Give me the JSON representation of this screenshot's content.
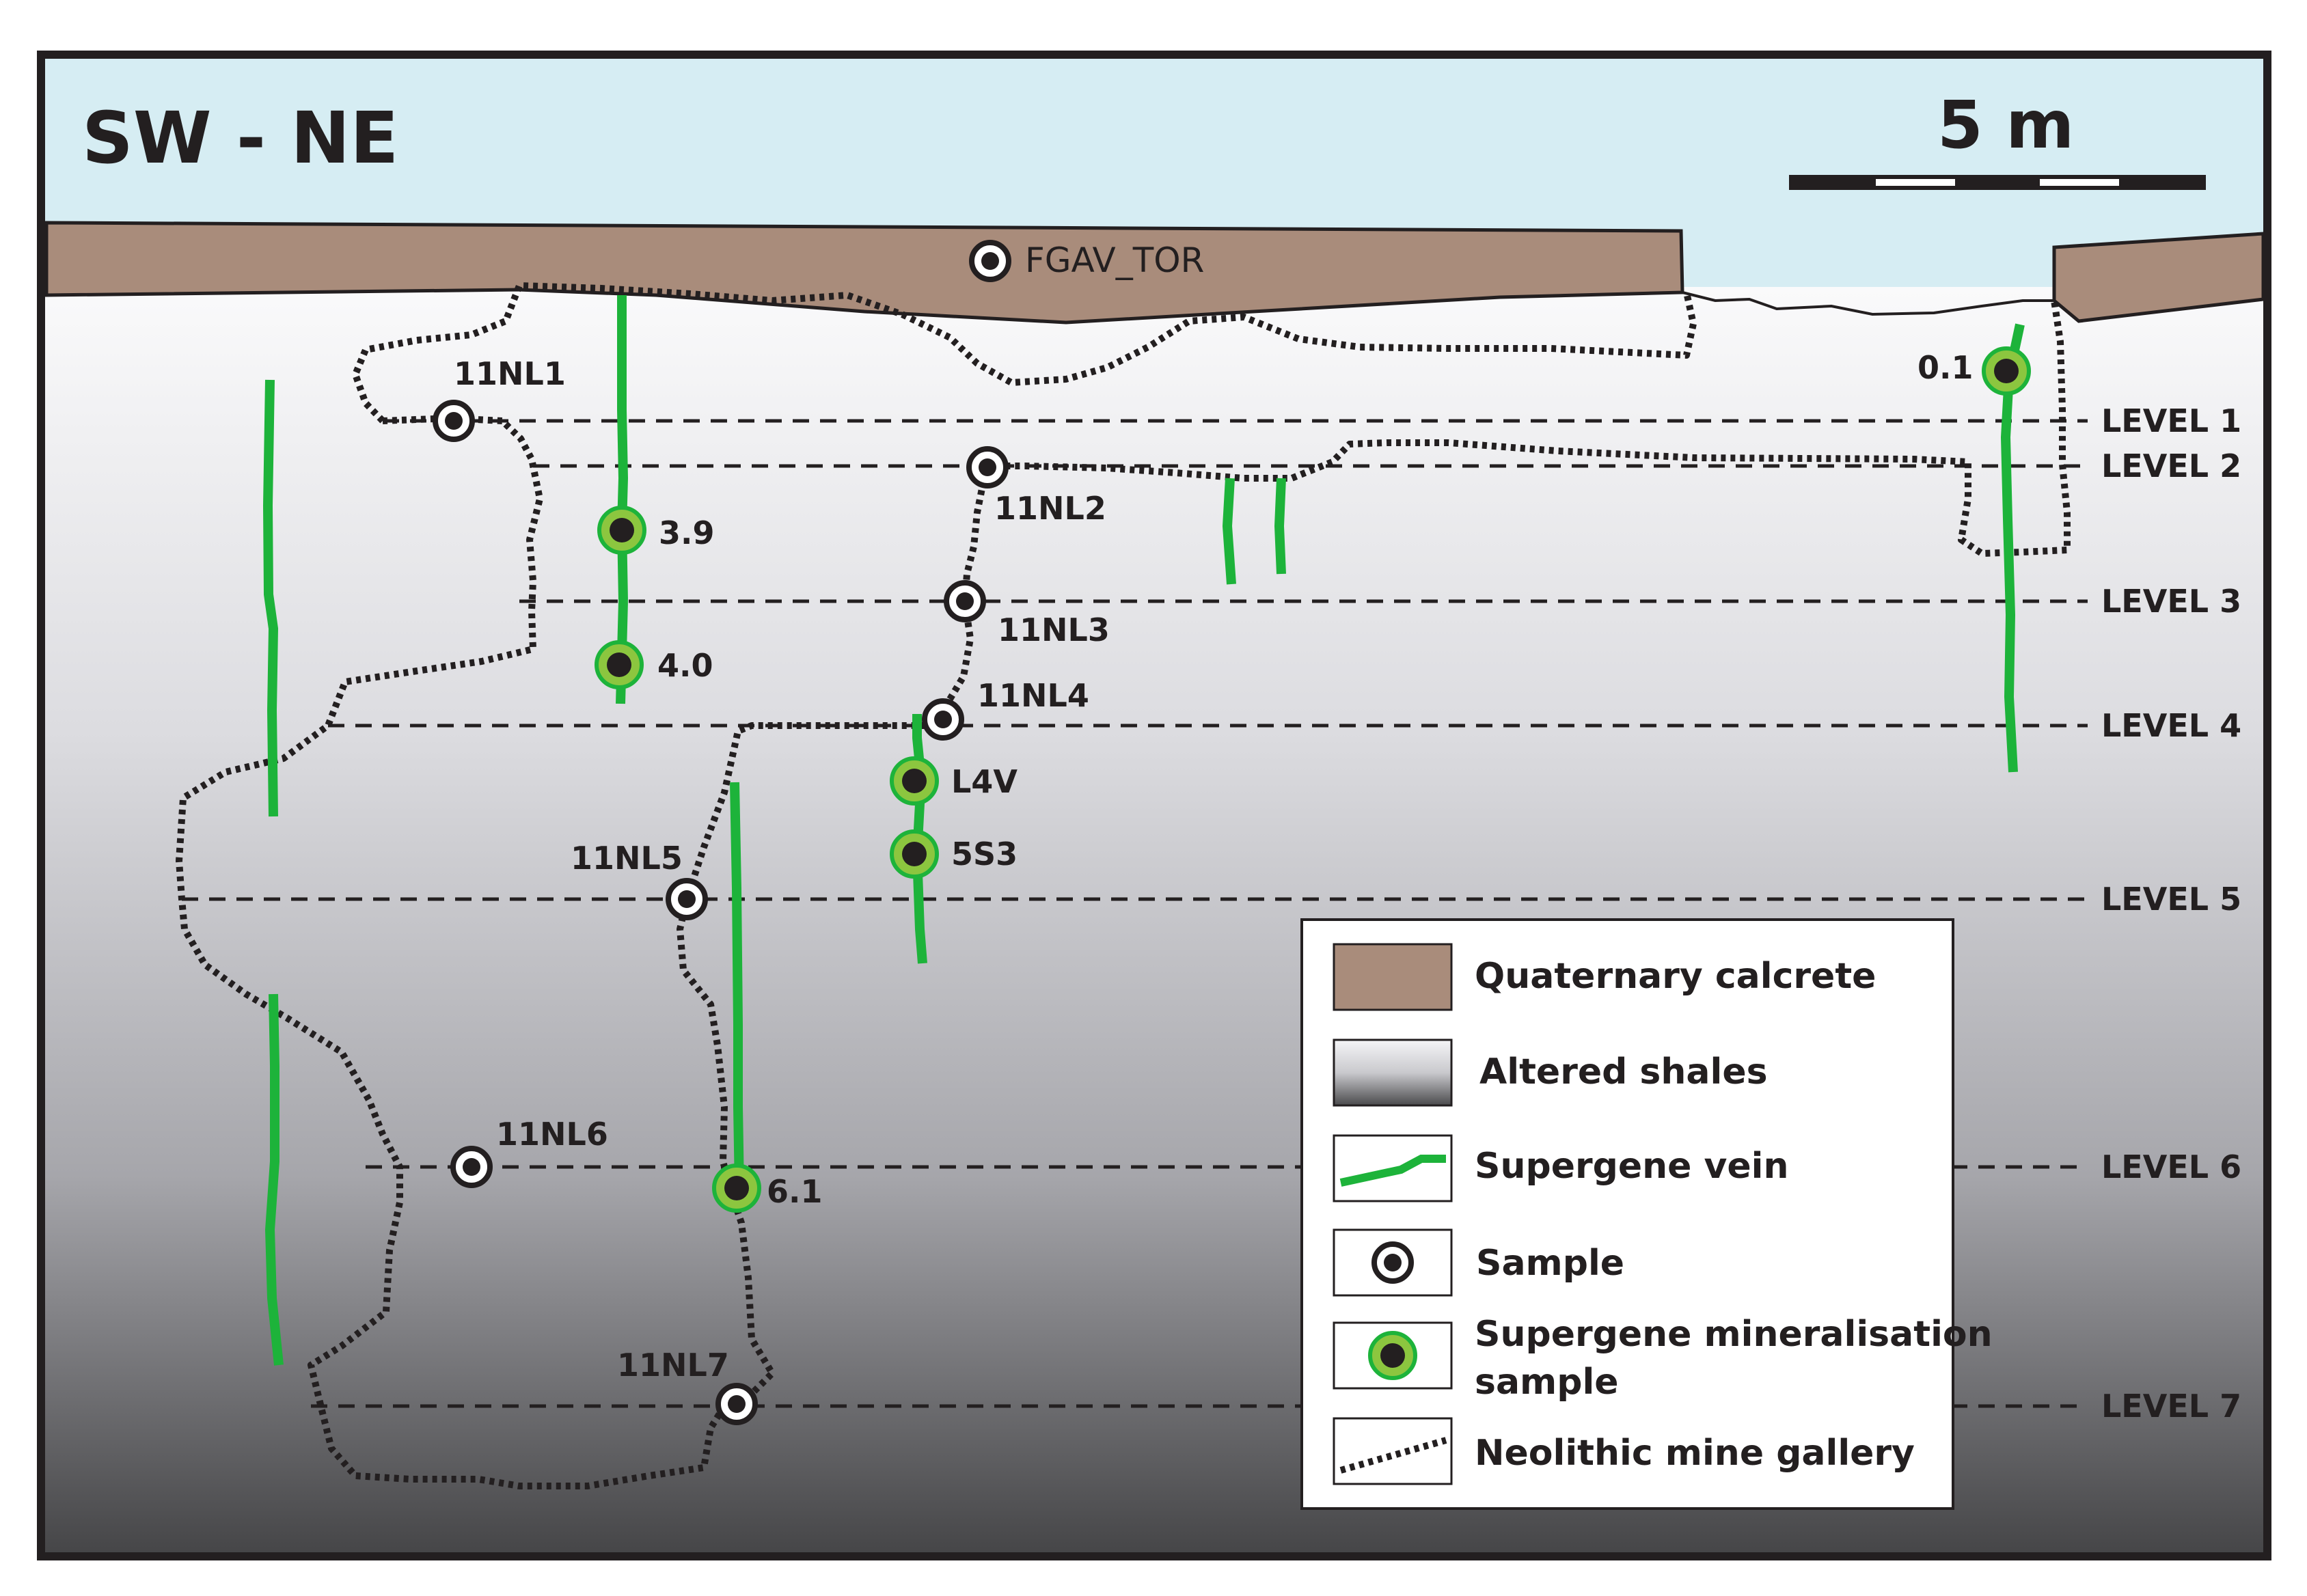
{
  "title": "SW - NE",
  "scale_bar": {
    "label": "5 m"
  },
  "colors": {
    "sky": "#d6edf3",
    "calcrete": "#a98c7b",
    "shale_top": "#fafafb",
    "shale_bottom": "#454547",
    "vein": "#1db33a",
    "mineral_ring": "#8cc63f",
    "sample_core": "#231f20",
    "frame": "#231f20"
  },
  "levels": [
    {
      "label": "LEVEL 1"
    },
    {
      "label": "LEVEL 2"
    },
    {
      "label": "LEVEL 3"
    },
    {
      "label": "LEVEL 4"
    },
    {
      "label": "LEVEL 5"
    },
    {
      "label": "LEVEL 6"
    },
    {
      "label": "LEVEL 7"
    }
  ],
  "samples": [
    {
      "label": "FGAV_TOR",
      "type": "sample"
    },
    {
      "label": "11NL1",
      "type": "sample"
    },
    {
      "label": "11NL2",
      "type": "sample"
    },
    {
      "label": "11NL3",
      "type": "sample"
    },
    {
      "label": "11NL4",
      "type": "sample"
    },
    {
      "label": "11NL5",
      "type": "sample"
    },
    {
      "label": "11NL6",
      "type": "sample"
    },
    {
      "label": "11NL7",
      "type": "sample"
    },
    {
      "label": "0.1",
      "type": "mineralisation"
    },
    {
      "label": "3.9",
      "type": "mineralisation"
    },
    {
      "label": "4.0",
      "type": "mineralisation"
    },
    {
      "label": "L4V",
      "type": "mineralisation"
    },
    {
      "label": "5S3",
      "type": "mineralisation"
    },
    {
      "label": "6.1",
      "type": "mineralisation"
    }
  ],
  "legend": {
    "items": [
      {
        "key": "calcrete",
        "label": "Quaternary calcrete"
      },
      {
        "key": "shales",
        "label": "Altered shales"
      },
      {
        "key": "vein",
        "label": "Supergene vein"
      },
      {
        "key": "sample",
        "label": "Sample"
      },
      {
        "key": "mineralisation",
        "label_line1": "Supergene mineralisation",
        "label_line2": "sample"
      },
      {
        "key": "gallery",
        "label": "Neolithic mine gallery"
      }
    ]
  }
}
